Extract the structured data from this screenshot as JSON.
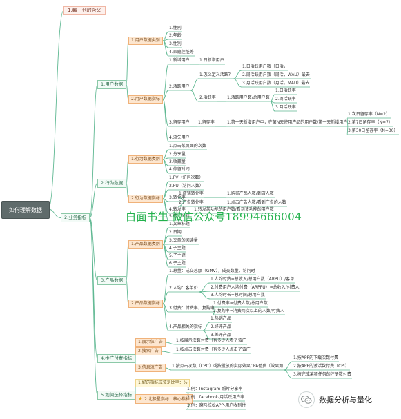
{
  "root": "如何理解数据",
  "watermark": "白面书生 微信公众号18994666004",
  "brand": {
    "name": "数据分析与量化",
    "icon": "wechat-icon"
  },
  "colors": {
    "line": "#5fb892",
    "root_bg": "#5f6b6b",
    "l1_border": "#8cc9a8",
    "l2_bg": "#fde6cf",
    "watermark": "#22b14c"
  },
  "tree": [
    {
      "label": "1.每一列的含义",
      "style": "l0"
    },
    {
      "label": "2.业务指标",
      "style": "l1",
      "children": [
        {
          "label": "1.用户数据",
          "style": "l1",
          "children": [
            {
              "label": "1.用户数据类别",
              "style": "l2",
              "children": [
                {
                  "label": "1.性别"
                },
                {
                  "label": "2.年龄"
                },
                {
                  "label": "3.性别"
                },
                {
                  "label": "4.家庭住址等"
                }
              ]
            },
            {
              "label": "2.用户数据指标",
              "style": "l2",
              "children": [
                {
                  "label": "1.新增用户",
                  "children": [
                    {
                      "label": "1.日新增用户"
                    }
                  ]
                },
                {
                  "label": "2.活跃用户",
                  "children": [
                    {
                      "label": "1.怎么定义活跃？",
                      "children": [
                        {
                          "label": "1.日活跃用户数（日活，"
                        },
                        {
                          "label": "2.周活跃用户数（周活，WAU）最去"
                        },
                        {
                          "label": "3.月活跃用户数（月活，MAU）最去"
                        }
                      ]
                    },
                    {
                      "label": "2.活跃率",
                      "children": [
                        {
                          "label": "1.活跃用户数/总用户数",
                          "children": [
                            {
                              "label": "1.日活跃率"
                            },
                            {
                              "label": "2.周活跃率"
                            },
                            {
                              "label": "3.月活跃率"
                            }
                          ]
                        }
                      ]
                    }
                  ]
                },
                {
                  "label": "3.留存用户",
                  "children": [
                    {
                      "label": "1.留存率",
                      "children": [
                        {
                          "label": "1.第一天新增用户中，在第N天使用产品的用户数/第一天新增用户",
                          "children": [
                            {
                              "label": "1.次日留存率（N=2）"
                            },
                            {
                              "label": "2.第7日留存率（N=7）"
                            },
                            {
                              "label": "3.第30日留存率（N=30）"
                            }
                          ]
                        }
                      ]
                    }
                  ]
                },
                {
                  "label": "4.流失用户"
                }
              ]
            }
          ]
        },
        {
          "label": "2.行为数据",
          "style": "l1",
          "children": [
            {
              "label": "1.行为数据类别",
              "style": "l2",
              "children": [
                {
                  "label": "1.点击某页面的次数"
                },
                {
                  "label": "2.分享量"
                },
                {
                  "label": "3.收藏量"
                },
                {
                  "label": "4.停留时间"
                }
              ]
            },
            {
              "label": "2.行为数据指标",
              "style": "l2",
              "children": [
                {
                  "label": "1.PV（访问次数）"
                },
                {
                  "label": "2.PU（访问人数）"
                },
                {
                  "label": "3.转化率",
                  "children": [
                    {
                      "label": "1.店铺转化率",
                      "children": [
                        {
                          "label": "1.购买产品人数/到店人数"
                        }
                      ]
                    },
                    {
                      "label": "2.广告转化率",
                      "children": [
                        {
                          "label": "1.点击广告人数/看到广告的人数"
                        }
                      ]
                    }
                  ]
                },
                {
                  "label": "4.转发率",
                  "children": [
                    {
                      "label": "1.转发某功能的用户数/看到该功能的用户数"
                    }
                  ]
                },
                {
                  "label": "5.转..",
                  "children": [
                    {
                      "label": "1.转..."
                    }
                  ]
                }
              ]
            }
          ]
        },
        {
          "label": "3.产品数据",
          "style": "l1",
          "children": [
            {
              "label": "1.产品数据类别",
              "style": "l2",
              "children": [
                {
                  "label": "1.文章标题"
                },
                {
                  "label": "2.日期"
                },
                {
                  "label": "3.文章的阅读量"
                },
                {
                  "label": "4.子主题"
                },
                {
                  "label": "5.子主题"
                },
                {
                  "label": "6.子主题"
                }
              ]
            },
            {
              "label": "2.产品数据指标",
              "style": "l2",
              "children": [
                {
                  "label": "1.总量：成交总额（GMV），成交数量，访问时"
                },
                {
                  "label": "2.人均：客单价",
                  "children": [
                    {
                      "label": "1.人均付费=总收入/总用户数（ARPU）/客单"
                    },
                    {
                      "label": "2.付费用户人均付费（ARPPU）=总收入/付费人"
                    },
                    {
                      "label": "3.人均时长=总时间/总用户数"
                    }
                  ]
                },
                {
                  "label": "3.付费：付费率，复购率",
                  "children": [
                    {
                      "label": "1.付费率=付费人数/总用户数"
                    },
                    {
                      "label": "2.复购率=消费两次以上的人数/付费人"
                    }
                  ]
                },
                {
                  "label": "4.产品相关的指标",
                  "children": [
                    {
                      "label": "1.热销产品"
                    },
                    {
                      "label": "2.好评产品"
                    },
                    {
                      "label": "3.差评产品"
                    }
                  ]
                }
              ]
            }
          ]
        },
        {
          "label": "4.推广付费指标",
          "style": "l1",
          "children": [
            {
              "label": "1.展示位广告",
              "style": "l2",
              "children": [
                {
                  "label": "1.按展示次数付费（有多少人看了该广"
                }
              ]
            },
            {
              "label": "2.搜索广告",
              "style": "l2",
              "children": [
                {
                  "label": "1.按点击次数付费（有多少人点击了该广"
                }
              ]
            },
            {
              "label": "3.信息流广告",
              "style": "l2",
              "children": [
                {
                  "label": "1.按点击次数（CPC）或按投放的实际效果CPA付费（效果如",
                  "children": [
                    {
                      "label": "1.按APP的下载次数付费"
                    },
                    {
                      "label": "2.按APP的激活数付费（CPI）"
                    },
                    {
                      "label": "3.按完成某项任务的注册数付费"
                    }
                  ]
                }
              ]
            }
          ]
        },
        {
          "label": "5.如何选择指标",
          "style": "l1",
          "children": [
            {
              "label": "1.好的指标应该是比率：%",
              "style": "l2y"
            },
            {
              "label": "2.北极星指标：核心指标",
              "style": "l2",
              "star": true,
              "children": [
                {
                  "label": "1.例：Instagram-照片分享率"
                },
                {
                  "label": "2.例：facebook-月活跃用户率"
                },
                {
                  "label": "3.例：窝马拉松APP-用户收到付"
                }
              ]
            }
          ]
        }
      ]
    }
  ]
}
